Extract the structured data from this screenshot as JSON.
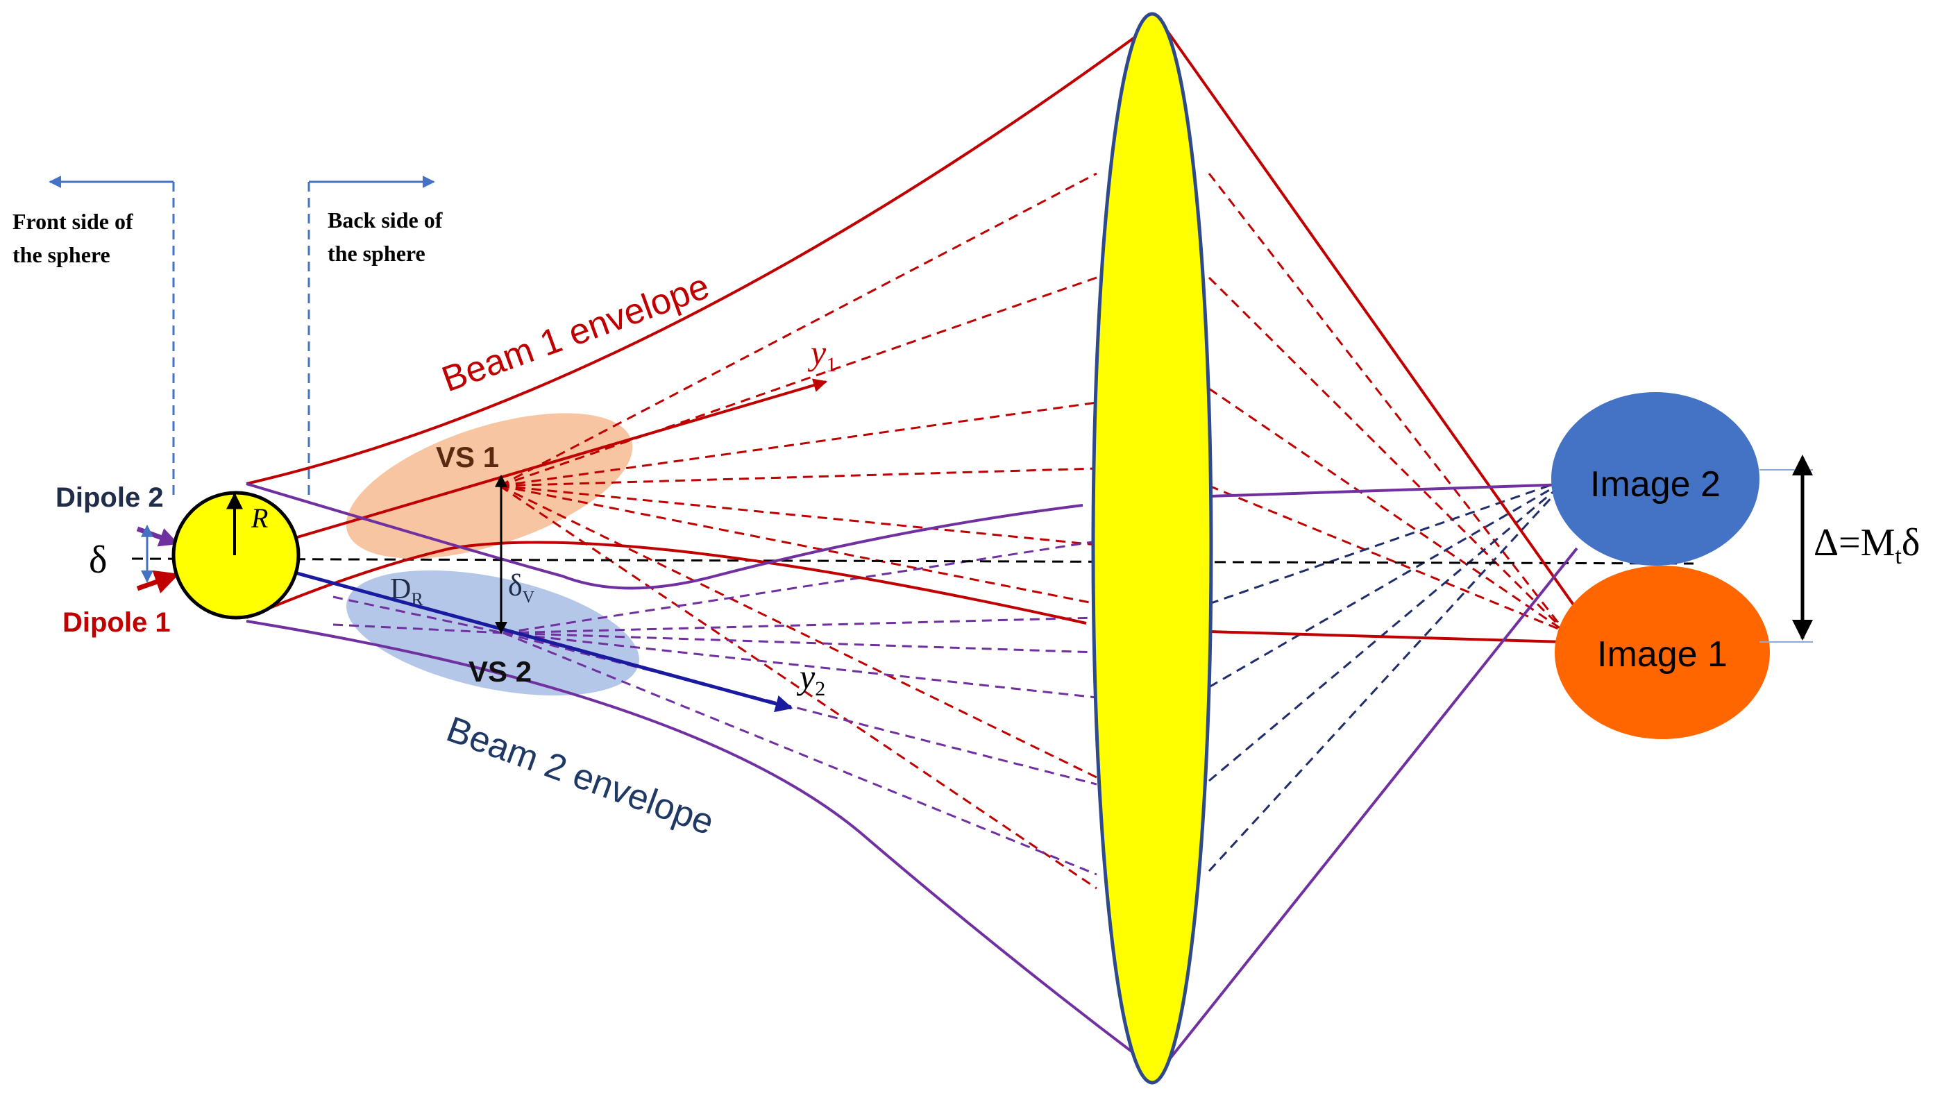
{
  "labels": {
    "front_side_line1": "Front side of",
    "front_side_line2": "the sphere",
    "back_side_line1": "Back side of",
    "back_side_line2": "the sphere",
    "beam1_envelope": "Beam 1 envelope",
    "beam2_envelope": "Beam 2 envelope",
    "y1_base": "y",
    "y1_sub": "1",
    "y2_base": "y",
    "y2_sub": "2",
    "vs1": "VS 1",
    "vs2": "VS 2",
    "dipole1": "Dipole 1",
    "dipole2": "Dipole 2",
    "delta": "δ",
    "radius": "R",
    "dr_base": "D",
    "dr_sub": "R",
    "dv_base": "δ",
    "dv_sub": "V",
    "image1": "Image 1",
    "image2": "Image 2",
    "mag_prefix": "Δ=M",
    "mag_sub": "t",
    "mag_suffix": "δ"
  },
  "colors": {
    "beam1": "#c00000",
    "beam2": "#7030a0",
    "navy_dashed": "#1f2d6b",
    "axis_arrow": "#1a1aa0",
    "vs1_fill": "#f4b183",
    "vs2_fill": "#8ea9db",
    "lens_fill": "#ffff00",
    "lens_stroke": "#2e4a8c",
    "sphere_fill": "#ffff00",
    "image1": "#ff6600",
    "image2": "#4472c4",
    "blue_guides": "#4472c4",
    "beam2_label": "#1f3864"
  }
}
